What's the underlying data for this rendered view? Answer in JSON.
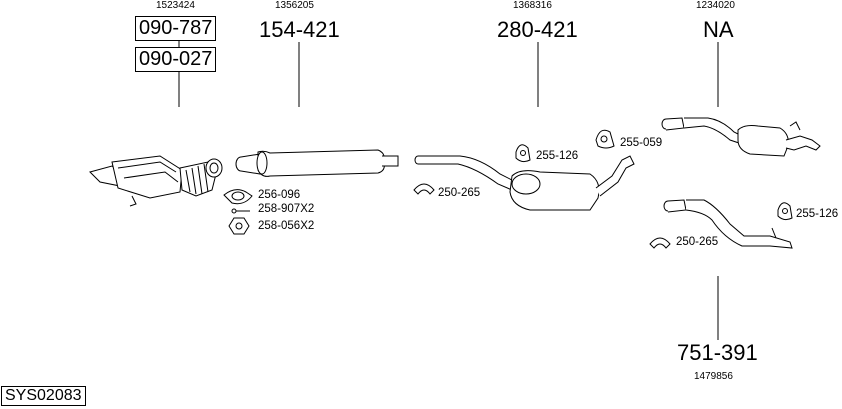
{
  "diagram_id": "SYS02083",
  "parts": [
    {
      "ref": "1523424",
      "numbers": [
        "090-787",
        "090-027"
      ]
    },
    {
      "ref": "1356205",
      "number": "154-421"
    },
    {
      "ref": "1368316",
      "number": "280-421"
    },
    {
      "ref": "1234020",
      "number": "NA"
    },
    {
      "ref": "1479856",
      "number": "751-391"
    }
  ],
  "small_parts": {
    "p256_096": "256-096",
    "p258_907x2": "258-907X2",
    "p258_056x2": "258-056X2",
    "p250_265_a": "250-265",
    "p255_126_a": "255-126",
    "p255_059": "255-059",
    "p255_126_b": "255-126",
    "p250_265_b": "250-265"
  }
}
